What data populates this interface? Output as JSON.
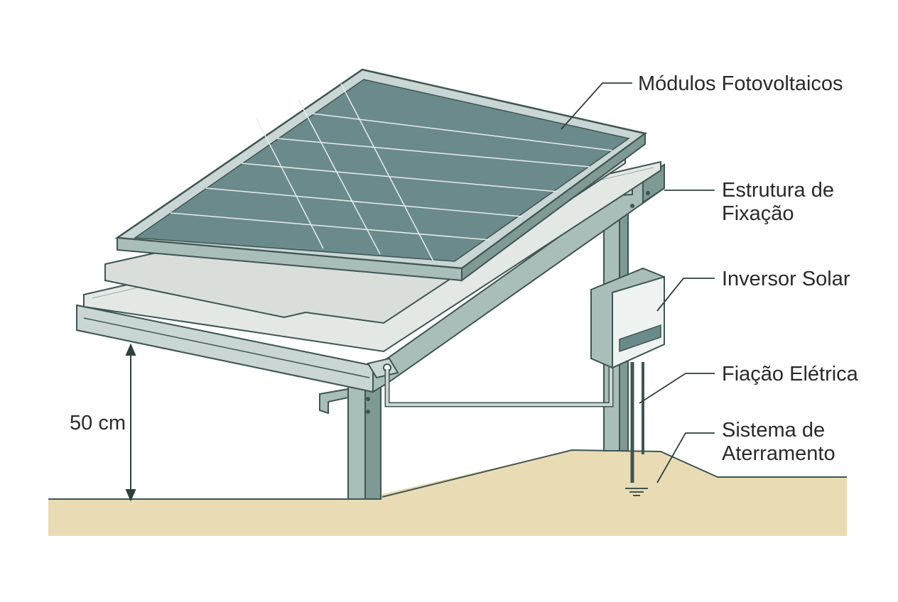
{
  "labels": {
    "modules": "Módulos Fotovoltaicos",
    "structure_line1": "Estrutura de",
    "structure_line2": "Fixação",
    "inverter": "Inversor Solar",
    "wiring": "Fiação Elétrica",
    "grounding_line1": "Sistema de",
    "grounding_line2": "Aterramento"
  },
  "dimension": {
    "height_label": "50 cm"
  },
  "colors": {
    "panel_cell": "#6b8a8c",
    "panel_frame": "#c9d6d3",
    "steel": "#a9bdb9",
    "steel_dark": "#7f9995",
    "ground": "#e9dcb4",
    "outline": "#3e5553",
    "membrane": "#d9dedb"
  }
}
